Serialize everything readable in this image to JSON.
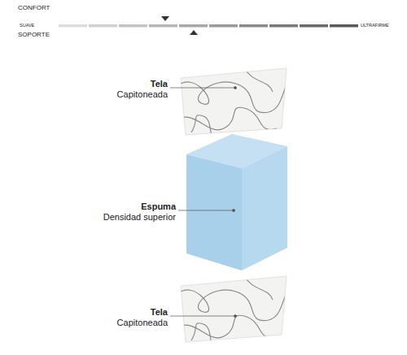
{
  "diagram": {
    "labels": [
      "CONFORT",
      "SUAVE",
      "ULTRAFIRME",
      "SOPORTE",
      "Tela",
      "Capitoneada",
      "Espuma",
      "Densidad superior",
      "Tela",
      "Capitoneada"
    ]
  }
}
